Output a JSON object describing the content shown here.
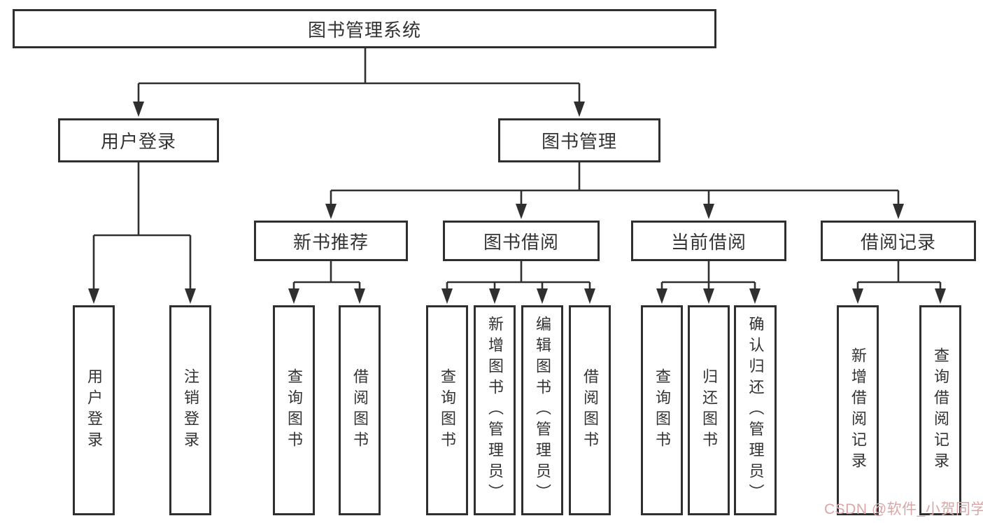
{
  "diagram": {
    "line_color": "#2f2f2f",
    "root": {
      "label": "图书管理系统"
    },
    "level1": [
      {
        "label": "用户登录"
      },
      {
        "label": "图书管理"
      }
    ],
    "level2": [
      {
        "label": "新书推荐"
      },
      {
        "label": "图书借阅"
      },
      {
        "label": "当前借阅"
      },
      {
        "label": "借阅记录"
      }
    ],
    "leaves": {
      "user_login": [
        {
          "label": "用户登录"
        },
        {
          "label": "注销登录"
        }
      ],
      "new_book": [
        {
          "label": "查询图书"
        },
        {
          "label": "借阅图书"
        }
      ],
      "book_borrow": [
        {
          "label": "查询图书"
        },
        {
          "label": "新增图书（管理员）"
        },
        {
          "label": "编辑图书（管理员）"
        },
        {
          "label": "借阅图书"
        }
      ],
      "current_borrow": [
        {
          "label": "查询图书"
        },
        {
          "label": "归还图书"
        },
        {
          "label": "确认归还（管理员）"
        }
      ],
      "borrow_record": [
        {
          "label": "新增借阅记录"
        },
        {
          "label": "查询借阅记录"
        }
      ]
    }
  },
  "watermark": {
    "text": "CSDN @软件_小贺同学",
    "color": "#d9a7a7"
  }
}
